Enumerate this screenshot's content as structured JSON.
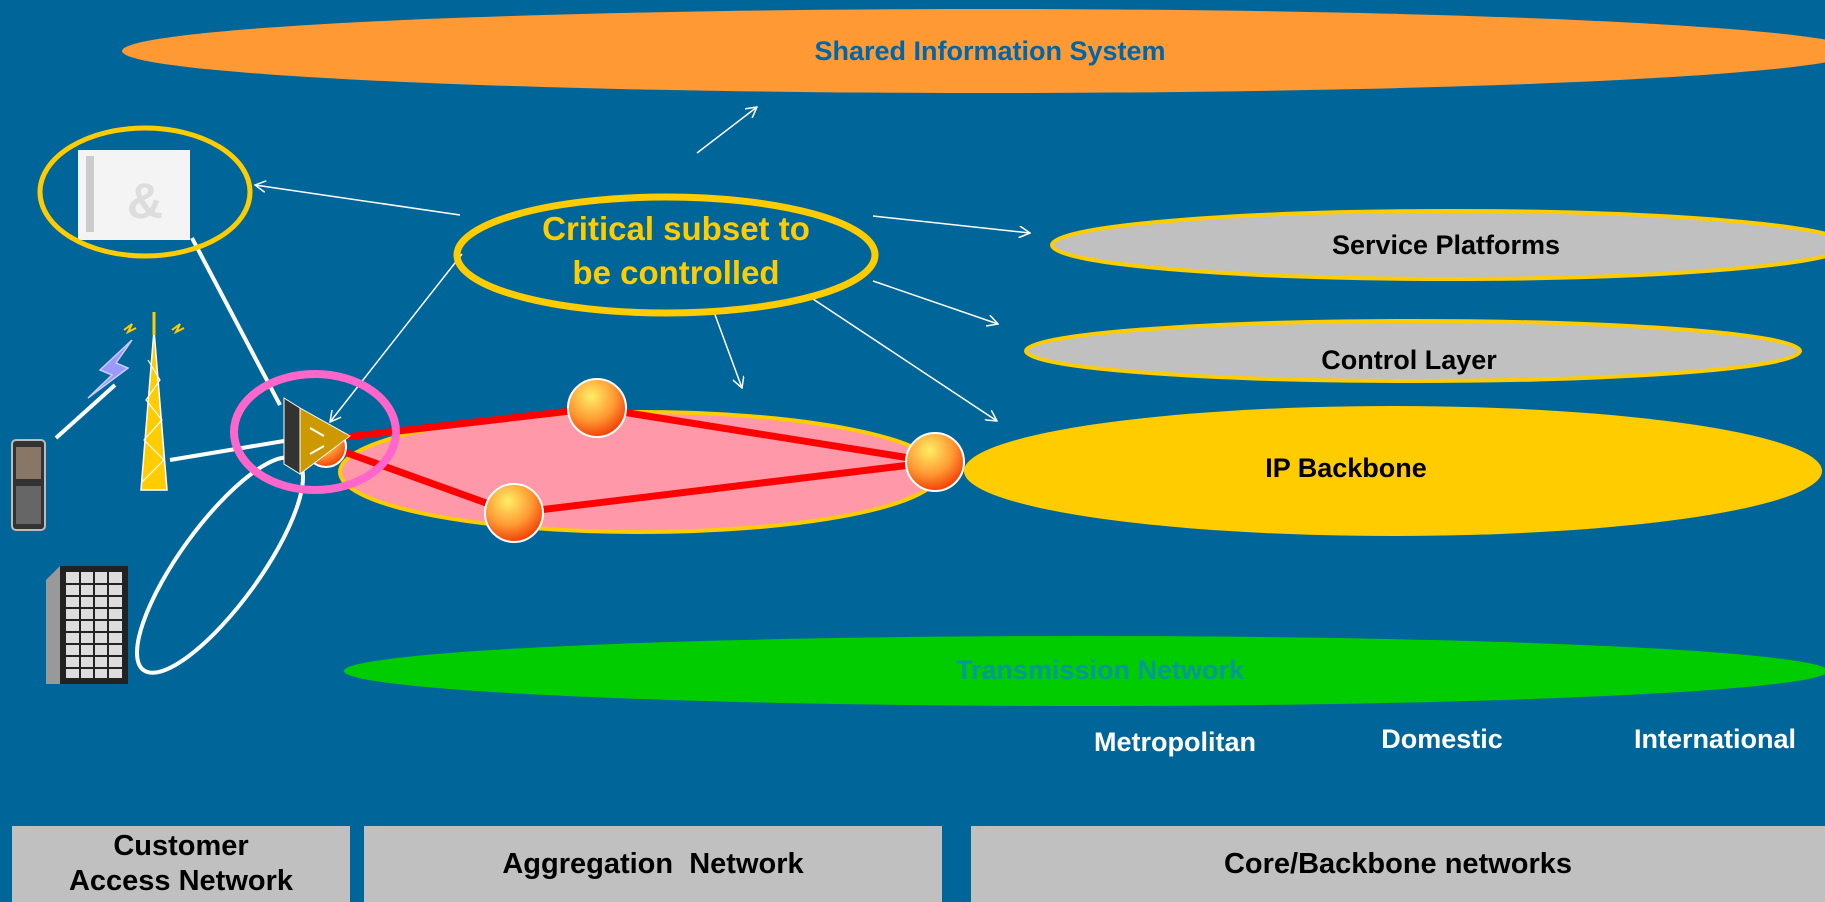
{
  "top": {
    "shared_info_system": "Shared Information System"
  },
  "critical": {
    "line1": "Critical subset to",
    "line2": "be controlled"
  },
  "layers": {
    "service_platforms": "Service Platforms",
    "control_layer": "Control Layer",
    "ip_backbone": "IP Backbone",
    "transmission_network": "Transmission Network"
  },
  "scopes": [
    "Metropolitan",
    "Domestic",
    "International"
  ],
  "bands": {
    "customer_access_line1": "Customer",
    "customer_access_line2": "Access Network",
    "aggregation": "Aggregation  Network",
    "core": "Core/Backbone networks"
  },
  "colors": {
    "background": "#006699",
    "orange": "#FF9933",
    "gold": "#FFCC00",
    "grey": "#C0C0C0",
    "green": "#00CC00",
    "pink": "#FF99AA",
    "magenta": "#FF66CC",
    "red": "#FF0000"
  }
}
